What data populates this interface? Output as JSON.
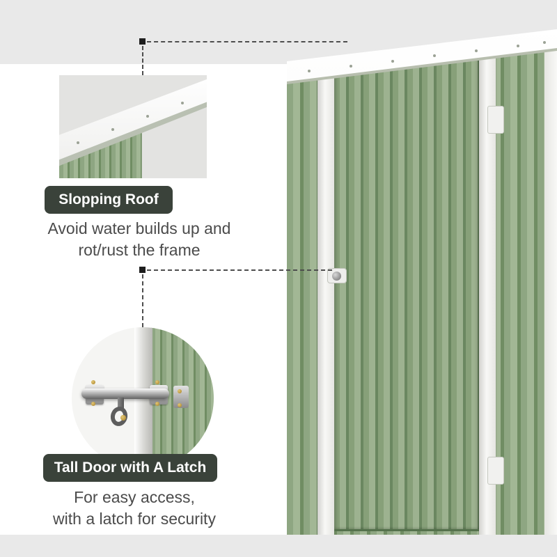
{
  "page": {
    "background": "#ffffff",
    "band_color": "#e9e9e9"
  },
  "product": {
    "name": "metal garden shed with sloped roof and latch door",
    "colors": {
      "wall_green": "#8ea682",
      "wall_green_light": "#a2b795",
      "wall_green_dark": "#708d63",
      "trim_white": "#f5f5f3",
      "badge_background": "#3a423a",
      "body_text": "#4b4b4b",
      "brass_screw": "#bf9a3e",
      "latch_metal": "#9a9a9a"
    }
  },
  "callouts": {
    "roof": {
      "badge_label": "Slopping Roof",
      "description_line1": "Avoid water builds up and",
      "description_line2": "rot/rust the frame"
    },
    "latch": {
      "badge_label": "Tall Door with A Latch",
      "description_line1": "For easy access,",
      "description_line2": "with a latch for security"
    }
  }
}
